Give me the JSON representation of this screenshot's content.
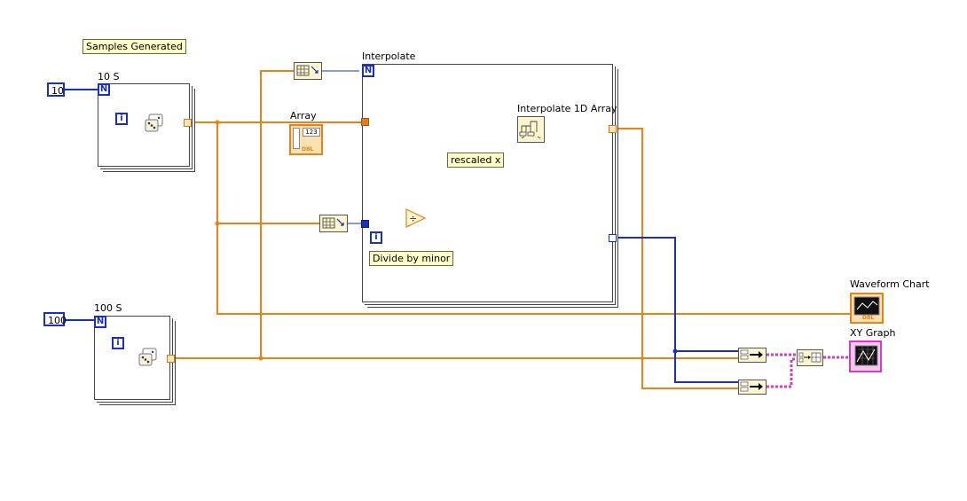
{
  "free_labels": {
    "samples_generated": "Samples Generated",
    "rescaled_x": "rescaled x",
    "divide_by_minor": "Divide by minor"
  },
  "loops": {
    "loop_10": {
      "label": "10 S",
      "count_const": "10",
      "count_terminal": "N",
      "iter_terminal": "i"
    },
    "loop_100": {
      "label": "100 S",
      "count_const": "100",
      "count_terminal": "N",
      "iter_terminal": "i"
    },
    "interpolate": {
      "label": "Interpolate",
      "count_terminal": "N",
      "iter_terminal": "i"
    }
  },
  "nodes": {
    "array_control": {
      "label": "Array",
      "type_text": "123",
      "repr": "DBL"
    },
    "interpolate_1d": {
      "label": "Interpolate 1D Array"
    },
    "divide": {
      "symbol": "÷"
    }
  },
  "indicators": {
    "waveform_chart": {
      "label": "Waveform Chart",
      "repr": "DBL"
    },
    "xy_graph": {
      "label": "XY Graph"
    }
  },
  "colors": {
    "orange_wire": "#e8831a",
    "blue_wire": "#1a2fc0",
    "pink_wire": "#d23cc8"
  }
}
